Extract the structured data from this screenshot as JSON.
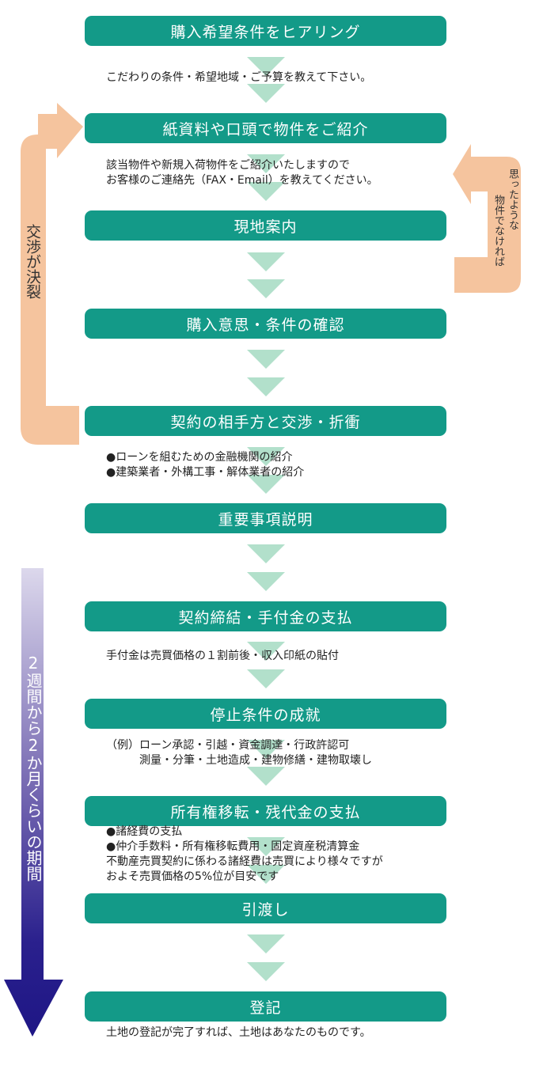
{
  "steps": [
    {
      "label": "購入希望条件をヒアリング",
      "note": "こだわりの条件・希望地域・ご予算を教えて下さい。"
    },
    {
      "label": "紙資料や口頭で物件をご紹介",
      "note": "該当物件や新規入荷物件をご紹介いたしますので\nお客様のご連絡先（FAX・Email）を教えてください。"
    },
    {
      "label": "現地案内",
      "note": ""
    },
    {
      "label": "購入意思・条件の確認",
      "note": ""
    },
    {
      "label": "契約の相手方と交渉・折衝",
      "note": "●ローンを組むための金融機関の紹介\n●建築業者・外構工事・解体業者の紹介"
    },
    {
      "label": "重要事項説明",
      "note": ""
    },
    {
      "label": "契約締結・手付金の支払",
      "note": "手付金は売買価格の１割前後・収入印紙の貼付"
    },
    {
      "label": "停止条件の成就",
      "note": "（例）ローン承認・引越・資金調達・行政許認可\n　　　測量・分筆・土地造成・建物修繕・建物取壊し"
    },
    {
      "label": "所有権移転・残代金の支払",
      "note": "●諸経費の支払\n●仲介手数料・所有権移転費用・固定資産税清算金\n不動産売買契約に係わる諸経費は売買により様々ですが\nおよそ売買価格の5%位が目安です"
    },
    {
      "label": "引渡し",
      "note": ""
    },
    {
      "label": "登記",
      "note": "土地の登記が完了すれば、土地はあなたのものです。"
    }
  ],
  "loops": {
    "negotiation_failed": "交渉が決裂",
    "not_desired_line1": "思ったような",
    "not_desired_line2": "物件でなければ"
  },
  "timeline": {
    "label": "2週間から2か月くらいの期間"
  },
  "colors": {
    "step": "#139a88",
    "connector": "#b2e0cb",
    "loop": "#f5c49e",
    "timeline_top": "#dcd8ec",
    "timeline_bottom": "#1e1685"
  }
}
